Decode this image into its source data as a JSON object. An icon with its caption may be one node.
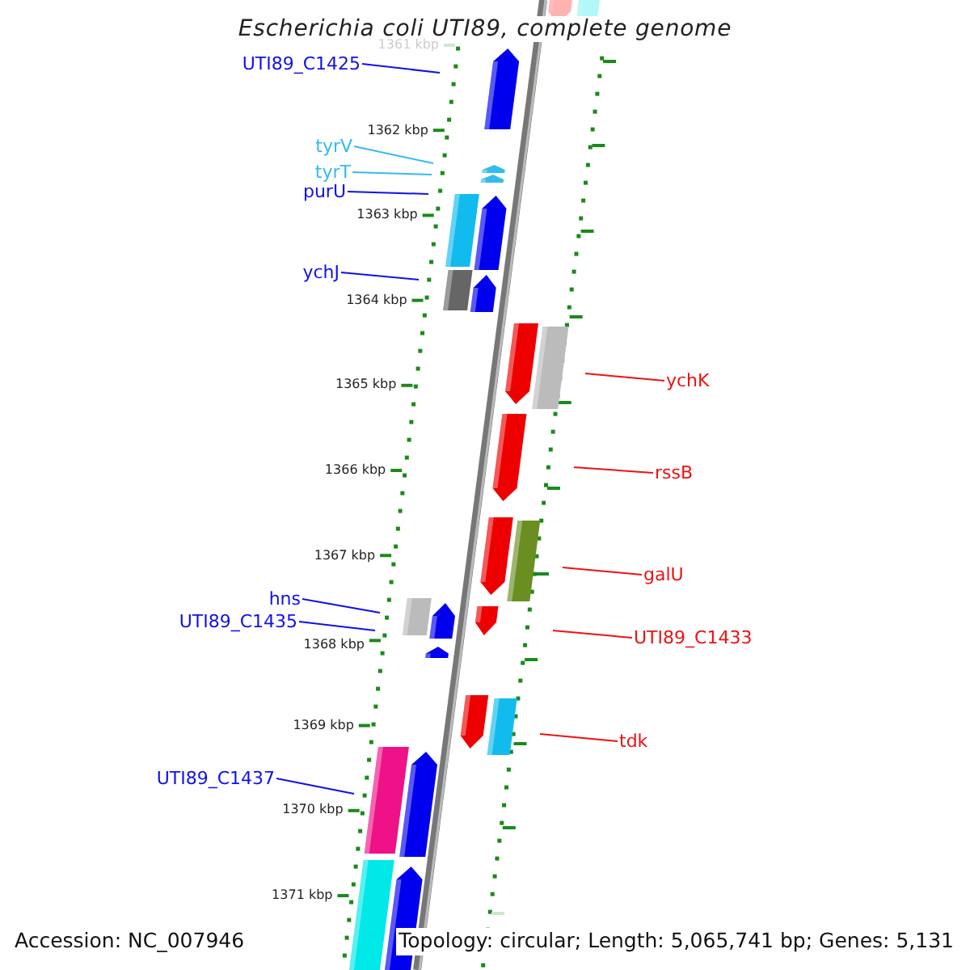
{
  "diagram": {
    "title": "Escherichia coli UTI89, complete genome",
    "nodes": [
      {
        "text": [
          "UTI89_C1425"
        ]
      },
      {
        "text": [
          "tyrV"
        ]
      },
      {
        "text": [
          "tyrT"
        ]
      },
      {
        "text": [
          "purU"
        ]
      },
      {
        "text": [
          "ychJ"
        ]
      },
      {
        "text": [
          "ychK"
        ]
      },
      {
        "text": [
          "rssB"
        ]
      },
      {
        "text": [
          "galU"
        ]
      },
      {
        "text": [
          "hns"
        ]
      },
      {
        "text": [
          "UTI89_C1435"
        ]
      },
      {
        "text": [
          "UTI89_C1433"
        ]
      },
      {
        "text": [
          "tdk"
        ]
      },
      {
        "text": [
          "UTI89_C1437"
        ]
      }
    ],
    "edges": [
      {
        "from": 0,
        "to": null,
        "arrow": "none"
      },
      {
        "from": 1,
        "to": null,
        "arrow": "none",
        "color": "#33bbee"
      },
      {
        "from": 2,
        "to": null,
        "arrow": "none",
        "color": "#33bbee"
      },
      {
        "from": 3,
        "to": null,
        "arrow": "none"
      },
      {
        "from": 4,
        "to": null,
        "arrow": "none"
      },
      {
        "from": 5,
        "to": null,
        "arrow": "none",
        "color": "#ee1111"
      },
      {
        "from": 6,
        "to": null,
        "arrow": "none",
        "color": "#ee1111"
      },
      {
        "from": 7,
        "to": null,
        "arrow": "none",
        "color": "#ee1111"
      },
      {
        "from": 8,
        "to": null,
        "arrow": "none"
      },
      {
        "from": 9,
        "to": null,
        "arrow": "none"
      },
      {
        "from": 10,
        "to": null,
        "arrow": "none",
        "color": "#ee1111"
      },
      {
        "from": 11,
        "to": null,
        "arrow": "none",
        "color": "#ee1111"
      },
      {
        "from": 12,
        "to": null,
        "arrow": "none"
      }
    ],
    "labels": [
      "1361 kbp",
      "1362 kbp",
      "1363 kbp",
      "1364 kbp",
      "1365 kbp",
      "1366 kbp",
      "1367 kbp",
      "1368 kbp",
      "1369 kbp",
      "1370 kbp",
      "1371 kbp",
      "Accession: NC_007946",
      "Topology: circular; Length: 5,065,741 bp; Genes: 5,131"
    ]
  }
}
